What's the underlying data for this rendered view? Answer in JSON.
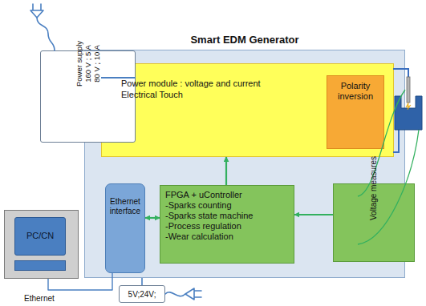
{
  "diagram": {
    "nodes": [
      {
        "text": [
          "Smart EDM Generator"
        ]
      },
      {
        "text": [
          "Power supply",
          "160 V ; 5 A",
          "80 V ; 10 A"
        ]
      },
      {
        "text": [
          "Power module : voltage and current",
          "Electrical Touch"
        ],
        "in": 0
      },
      {
        "text": [
          "Polarity inversion"
        ],
        "in": 2
      },
      {
        "text": [
          "Ethernet interface"
        ],
        "in": 0
      },
      {
        "text": [
          "FPGA + uController",
          "-Sparks counting",
          "-Sparks state machine",
          "-Process regulation",
          "-Wear calculation"
        ],
        "in": 0
      },
      {
        "text": [
          "Voltage measures"
        ],
        "in": 0
      },
      {
        "text": [
          "PC/CN"
        ]
      },
      {
        "text": [
          "5V;24V;"
        ]
      }
    ],
    "edges": [
      {
        "from": 1,
        "to": 2,
        "arrow": "none"
      },
      {
        "from": 4,
        "to": 5,
        "arrow": "both"
      },
      {
        "from": 6,
        "to": 5,
        "arrow": "to"
      },
      {
        "from": 5,
        "to": 2,
        "arrow": "to"
      },
      {
        "from": 7,
        "to": 4,
        "arrow": "none"
      },
      {
        "from": 8,
        "to": 0,
        "arrow": "none"
      }
    ],
    "labels": [
      "Ethernet"
    ]
  }
}
